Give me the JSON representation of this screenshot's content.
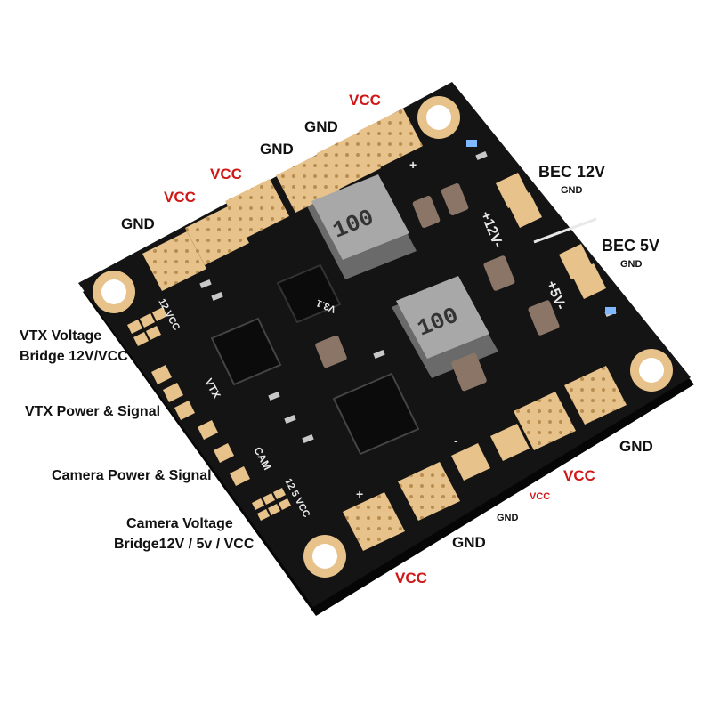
{
  "colors": {
    "board": "#141414",
    "pad": "#e7c28a",
    "pad_dot": "#c39a5e",
    "silk": "#e8e8e8",
    "label_red": "#d01818",
    "label_black": "#111111",
    "inductor": "#9a9a9a"
  },
  "top_labels": {
    "gnd_1": "GND",
    "vcc_1": "VCC",
    "vcc_2": "VCC",
    "gnd_2": "GND",
    "gnd_3": "GND",
    "vcc_3": "VCC"
  },
  "bec": {
    "bec12_title": "BEC 12V",
    "bec12_sub": "GND",
    "bec5_title": "BEC 5V",
    "bec5_sub": "GND"
  },
  "left_labels": {
    "vtx_bridge_line1": "VTX Voltage",
    "vtx_bridge_line2": "Bridge 12V/VCC",
    "vtx_power": "VTX Power & Signal",
    "cam_power": "Camera Power & Signal",
    "cam_bridge_line1": "Camera Voltage",
    "cam_bridge_line2": "Bridge12V / 5v / VCC"
  },
  "bottom_labels": {
    "gnd_right": "GND",
    "vcc_right": "VCC",
    "vcc_small": "VCC",
    "gnd_small": "GND",
    "gnd_mid": "GND",
    "vcc_bottom": "VCC"
  },
  "inductors": {
    "top_marking": "100",
    "bottom_marking": "100"
  },
  "silkscreen": {
    "v12": "+12V-",
    "v5": "+5V-",
    "vcc12": "12 VCC",
    "vtx": "VTX",
    "cam": "CAM",
    "cam_bridge": "12 5 VCC",
    "plus": "+",
    "minus": "-",
    "version": "V3.1"
  }
}
